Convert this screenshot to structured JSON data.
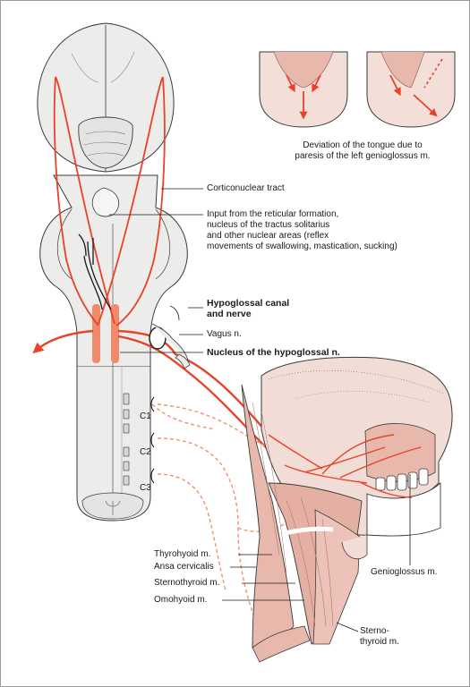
{
  "labels": {
    "caption_line1": "Deviation of the tongue due to",
    "caption_line2": "paresis of the left genioglossus m.",
    "corticonuclear": "Corticonuclear tract",
    "input_line1": "Input from the reticular formation,",
    "input_line2": "nucleus of the tractus solitarius",
    "input_line3": "and other nuclear areas (reflex",
    "input_line4": "movements of swallowing, mastication, sucking)",
    "canal_line1": "Hypoglossal canal",
    "canal_line2": "and nerve",
    "vagus": "Vagus n.",
    "nucleus": "Nucleus of the hypoglossal n.",
    "c1": "C1",
    "c2": "C2",
    "c3": "C3",
    "thyrohyoid": "Thyrohyoid m.",
    "ansa": "Ansa cervicalis",
    "sternothyroid": "Sternothyroid m.",
    "omohyoid": "Omohyoid m.",
    "genioglossus": "Genioglossus m.",
    "sterno_line1": "Sterno-",
    "sterno_line2": "thyroid m."
  },
  "colors": {
    "nerve": "#e8432a",
    "nerve_dashed": "#f0916e",
    "muscle": "#e9b8ad",
    "brainstem": "#ececea",
    "outline": "#3a3a3a",
    "nucleus": "#f08a6a"
  }
}
